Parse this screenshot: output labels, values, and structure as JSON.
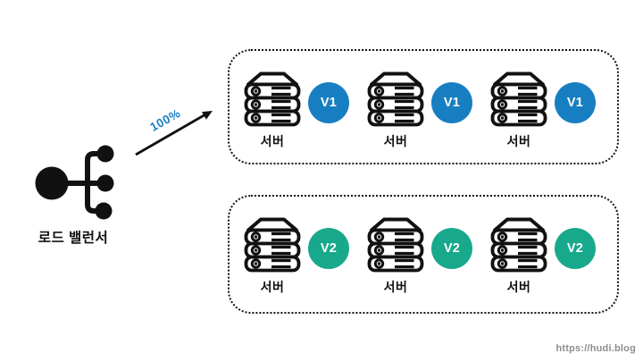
{
  "colors": {
    "badge_v1": "#177fc1",
    "badge_v2": "#18a98c",
    "arrow_label": "#1b7fc4",
    "line": "#111111",
    "watermark": "#8e8e8e"
  },
  "icons": {
    "load_balancer": "load-balancer-icon",
    "server": "server-stack-icon",
    "arrow": "traffic-arrow-icon"
  },
  "diagram": {
    "load_balancer": {
      "label": "로드 밸런서"
    },
    "traffic": {
      "percent_label": "100%"
    },
    "groups": [
      {
        "name": "v1-server-group",
        "badge_label": "V1",
        "badge_color": "#177fc1",
        "servers": [
          {
            "label": "서버"
          },
          {
            "label": "서버"
          },
          {
            "label": "서버"
          }
        ]
      },
      {
        "name": "v2-server-group",
        "badge_label": "V2",
        "badge_color": "#18a98c",
        "servers": [
          {
            "label": "서버"
          },
          {
            "label": "서버"
          },
          {
            "label": "서버"
          }
        ]
      }
    ],
    "watermark": "https://hudi.blog"
  }
}
